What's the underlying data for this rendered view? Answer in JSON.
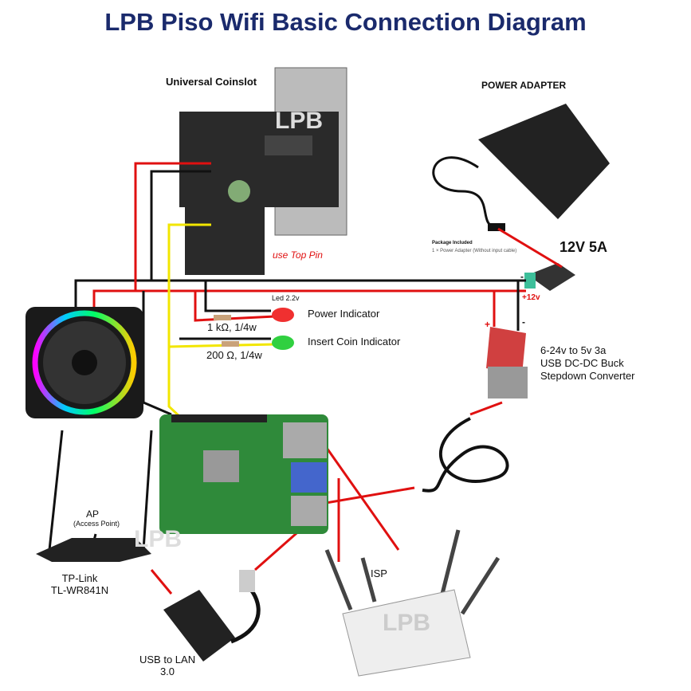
{
  "title": "LPB Piso Wifi Basic Connection Diagram",
  "labels": {
    "coinslot": "Universal Coinslot",
    "top_pin": "use Top Pin",
    "power_adapter": "POWER ADAPTER",
    "package_included": "Package Included",
    "package_item": "1 × Power Adapter (Without input cable)",
    "adapter_rating": "12V 5A",
    "minus": "-",
    "plus12": "+12v",
    "plus": "+",
    "led": "Led 2.2v",
    "power_indicator": "Power Indicator",
    "r1": "1 kΩ, 1/4w",
    "insert_coin": "Insert Coin Indicator",
    "r2": "200 Ω, 1/4w",
    "converter_1": "6-24v to 5v 3a",
    "converter_2": "USB DC-DC Buck",
    "converter_3": "Stepdown Converter",
    "ap": "AP",
    "ap_sub": "(Access Point)",
    "tplink_1": "TP-Link",
    "tplink_2": "TL-WR841N",
    "isp": "ISP",
    "usb_lan_1": "USB to LAN",
    "usb_lan_2": "3.0",
    "watermark": "LPB"
  },
  "colors": {
    "title": "#1a2a6c",
    "wire_red": "#e01010",
    "wire_black": "#111111",
    "wire_yellow": "#f2e600",
    "pi_green": "#2f8a3a"
  }
}
